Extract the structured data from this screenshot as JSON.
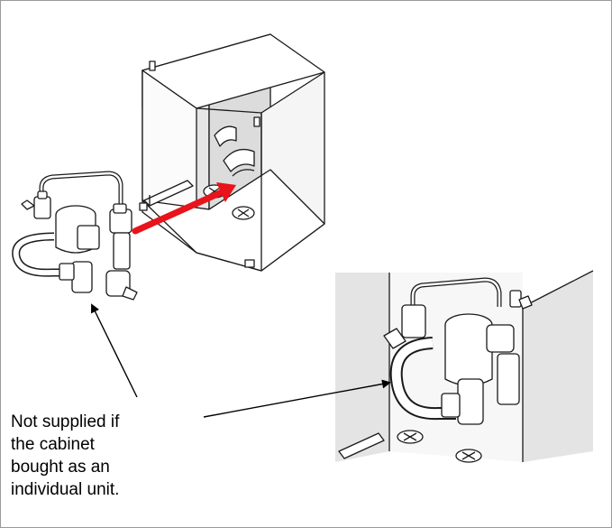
{
  "diagram": {
    "callout_lines": [
      "Not supplied if",
      "the cabinet",
      "bought as an",
      "individual unit."
    ],
    "colors": {
      "insertion_arrow": "#e8131b",
      "line_art": "#1a1a1a",
      "cabinet_inner_shade": "#e6e6e6",
      "border": "#9a9a9a"
    },
    "icons": [
      "valve-assembly-icon",
      "cabinet-icon",
      "insertion-arrow-icon",
      "pointer-arrow-icon"
    ]
  }
}
